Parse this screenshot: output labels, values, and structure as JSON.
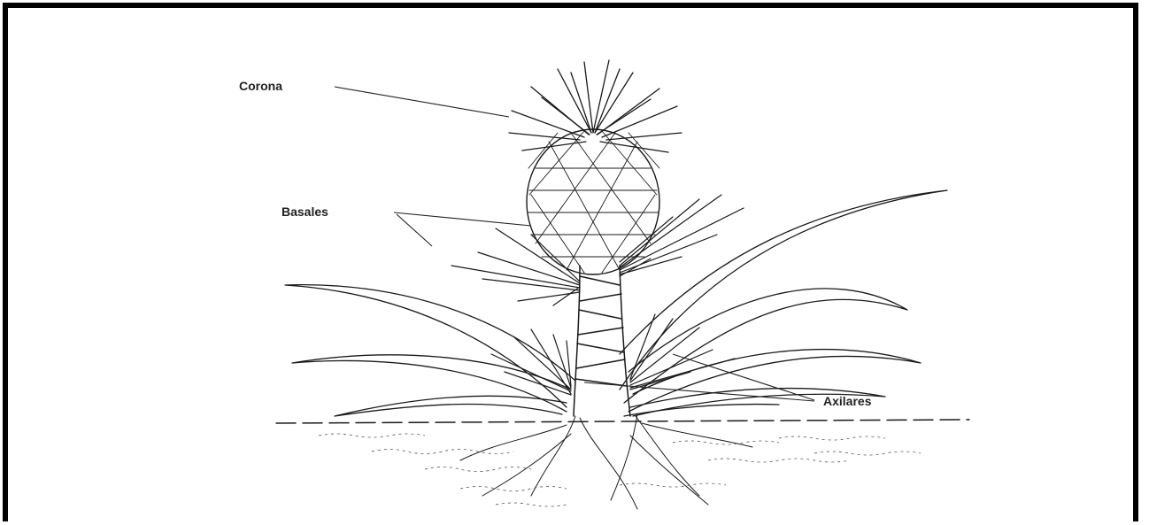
{
  "labels": {
    "corona": "Corona",
    "basales": "Basales",
    "axilares": "Axilares"
  },
  "colors": {
    "ink": "#1a1a1a",
    "border": "#000000",
    "background": "#ffffff"
  }
}
